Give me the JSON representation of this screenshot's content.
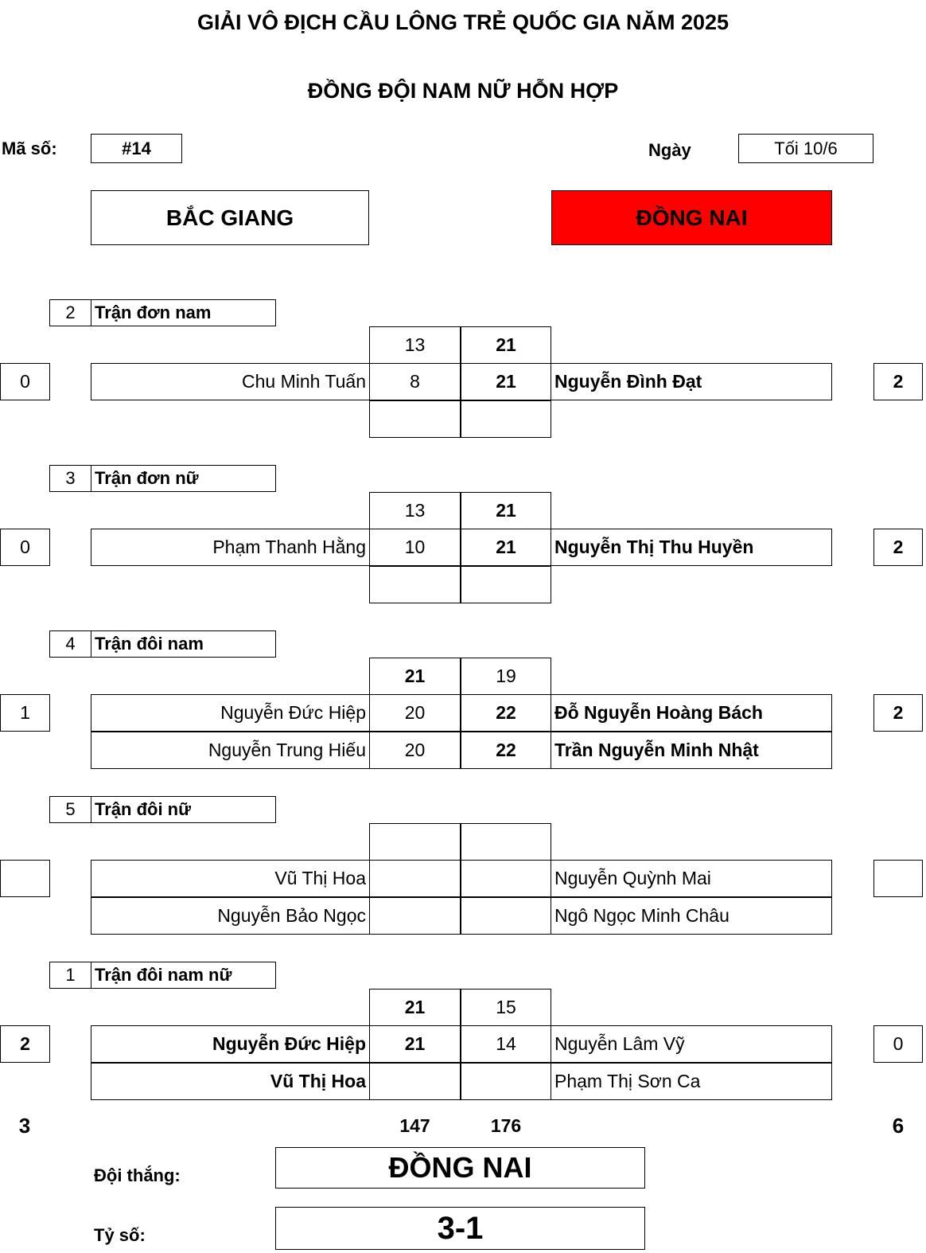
{
  "title": "GIẢI VÔ ĐỊCH CẦU LÔNG TRẺ QUỐC GIA NĂM 2025",
  "subtitle": "ĐỒNG ĐỘI NAM NỮ HỖN HỢP",
  "code_label": "Mã số:",
  "code_value": "#14",
  "date_label": "Ngày",
  "date_value": "Tối 10/6",
  "team_left": "BẮC GIANG",
  "team_right": "ĐỒNG NAI",
  "team_right_color": "#ff0000",
  "matches": [
    {
      "order": "2",
      "name": "Trận đơn nam",
      "left_score": "0",
      "right_score": "2",
      "left_players": [
        "Chu Minh Tuấn",
        ""
      ],
      "right_players": [
        "Nguyễn Đình Đạt",
        ""
      ],
      "set_scores": [
        [
          "13",
          "21"
        ],
        [
          "8",
          "21"
        ],
        [
          "",
          ""
        ]
      ]
    },
    {
      "order": "3",
      "name": "Trận đơn nữ",
      "left_score": "0",
      "right_score": "2",
      "left_players": [
        "Phạm Thanh Hằng",
        ""
      ],
      "right_players": [
        "Nguyễn Thị Thu Huyền",
        ""
      ],
      "set_scores": [
        [
          "13",
          "21"
        ],
        [
          "10",
          "21"
        ],
        [
          "",
          ""
        ]
      ]
    },
    {
      "order": "4",
      "name": "Trận đôi nam",
      "left_score": "1",
      "right_score": "2",
      "left_players": [
        "Nguyễn Đức Hiệp",
        "Nguyễn Trung Hiếu"
      ],
      "right_players": [
        "Đỗ Nguyễn Hoàng Bách",
        "Trần Nguyễn Minh Nhật"
      ],
      "set_scores": [
        [
          "21",
          "19"
        ],
        [
          "20",
          "22"
        ],
        [
          "20",
          "22"
        ]
      ]
    },
    {
      "order": "5",
      "name": "Trận đôi nữ",
      "left_score": "",
      "right_score": "",
      "left_players": [
        "Vũ Thị Hoa",
        "Nguyễn Bảo Ngọc"
      ],
      "right_players": [
        "Nguyễn Quỳnh Mai",
        "Ngô Ngọc Minh Châu"
      ],
      "set_scores": [
        [
          "",
          ""
        ],
        [
          "",
          ""
        ],
        [
          "",
          ""
        ]
      ]
    },
    {
      "order": "1",
      "name": "Trận đôi nam nữ",
      "left_score": "2",
      "right_score": "0",
      "left_players": [
        "Nguyễn Đức Hiệp",
        "Vũ Thị Hoa"
      ],
      "right_players": [
        "Nguyễn Lâm Vỹ",
        "Phạm Thị Sơn Ca"
      ],
      "set_scores": [
        [
          "21",
          "15"
        ],
        [
          "21",
          "14"
        ],
        [
          "",
          ""
        ]
      ]
    }
  ],
  "totals": {
    "left_sets": "3",
    "left_points": "147",
    "right_points": "176",
    "right_sets": "6"
  },
  "winner_label": "Đội thắng:",
  "winner_value": "ĐỒNG NAI",
  "score_label": "Tỷ số:",
  "score_value": "3-1"
}
